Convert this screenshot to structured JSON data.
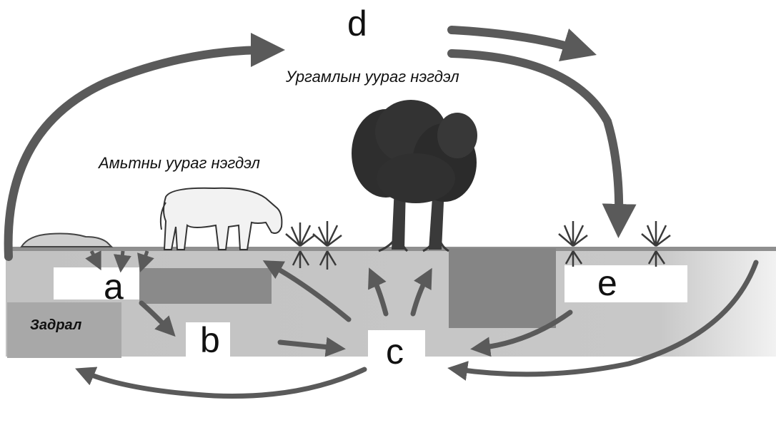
{
  "labels": {
    "a": "a",
    "b": "b",
    "c": "c",
    "d": "d",
    "e": "e"
  },
  "captions": {
    "plant_protein": "Ургамлын уураг нэгдэл",
    "animal_protein": "Амьтны уураг нэгдэл",
    "decomposition": "Задрал"
  },
  "icons": [
    "cow-icon",
    "carcass-icon",
    "tree-icon",
    "grass-icon"
  ],
  "colors": {
    "arrow": "#5a5a5a",
    "soil": "#bdbdbd",
    "dark_block": "#8a8a8a",
    "tree": "#333333"
  }
}
